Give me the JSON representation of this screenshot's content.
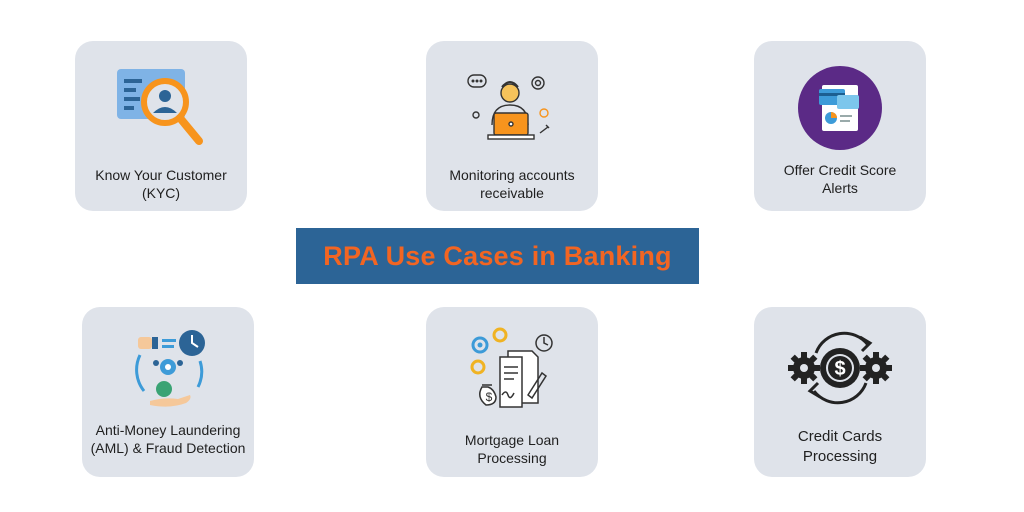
{
  "title": "RPA Use Cases in Banking",
  "cards": [
    {
      "label": "Know Your Customer\n(KYC)",
      "icon": "id-card-magnifier-icon"
    },
    {
      "label": "Monitoring accounts\nreceivable",
      "icon": "person-laptop-icon"
    },
    {
      "label": "Offer Credit Score\nAlerts",
      "icon": "credit-report-icon"
    },
    {
      "label": "Anti-Money Laundering\n(AML) & Fraud Detection",
      "icon": "aml-fraud-icon"
    },
    {
      "label": "Mortgage Loan\nProcessing",
      "icon": "mortgage-document-icon"
    },
    {
      "label": "Credit Cards\nProcessing",
      "icon": "gear-dollar-cycle-icon"
    }
  ],
  "colors": {
    "banner": "#2c6496",
    "title": "#f26522",
    "card": "#dfe3ea"
  }
}
